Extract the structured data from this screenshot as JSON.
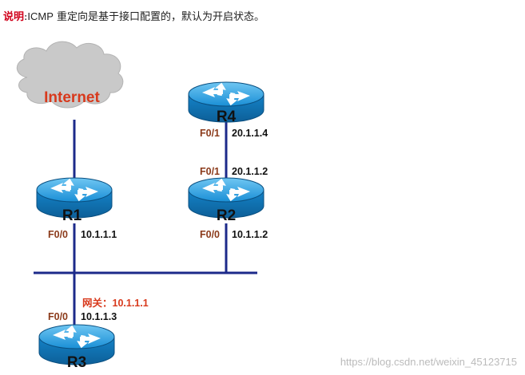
{
  "note": {
    "tag": "说明",
    "acronym": "ICMP",
    "text": "重定向是基于接口配置的，默认为开启状态。"
  },
  "cloud": {
    "label": "Internet"
  },
  "routers": {
    "r1": {
      "name": "R1",
      "iface": "F0/0",
      "ip": "10.1.1.1"
    },
    "r2": {
      "name": "R2",
      "iface_up": "F0/1",
      "ip_up": "20.1.1.2",
      "iface": "F0/0",
      "ip": "10.1.1.2"
    },
    "r3": {
      "name": "R3",
      "iface": "F0/0",
      "ip": "10.1.1.3",
      "gateway": "网关：10.1.1.1"
    },
    "r4": {
      "name": "R4",
      "iface": "F0/1",
      "ip": "20.1.1.4"
    }
  },
  "watermark": "https://blog.csdn.net/weixin_45123715",
  "colors": {
    "router_body": "#1a8fd6",
    "link_line": "#1c2a8a",
    "cloud": "#c9c9c9",
    "iface_label": "#8b3a1a",
    "gateway_label": "#d8391c"
  }
}
